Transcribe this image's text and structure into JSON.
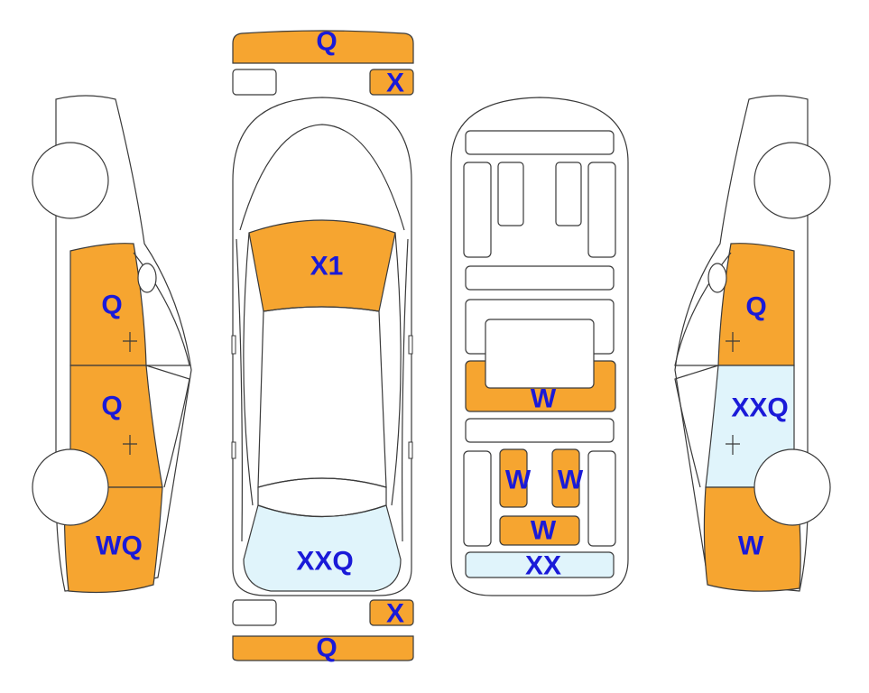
{
  "colors": {
    "paint": "#F6A530",
    "light": "#E0F4FB",
    "label": "#1A1AD8",
    "outline": "#3a3a3a"
  },
  "front_bumper": {
    "label": "Q"
  },
  "front_right_small": {
    "label": "X"
  },
  "windshield": {
    "label": "X1"
  },
  "rear_window": {
    "label": "XXQ"
  },
  "rear_right_small": {
    "label": "X"
  },
  "rear_bumper": {
    "label": "Q"
  },
  "interior_middle_panel": {
    "label": "W"
  },
  "interior_left_box": {
    "label": "W"
  },
  "interior_right_box": {
    "label": "W"
  },
  "interior_lower_box": {
    "label": "W"
  },
  "interior_bottom_panel": {
    "label": "XX"
  },
  "left_side": {
    "front_door": "Q",
    "rear_door": "Q",
    "rear_quarter": "WQ"
  },
  "right_side": {
    "front_door": "Q",
    "rear_door": "XXQ",
    "rear_quarter": "W"
  }
}
